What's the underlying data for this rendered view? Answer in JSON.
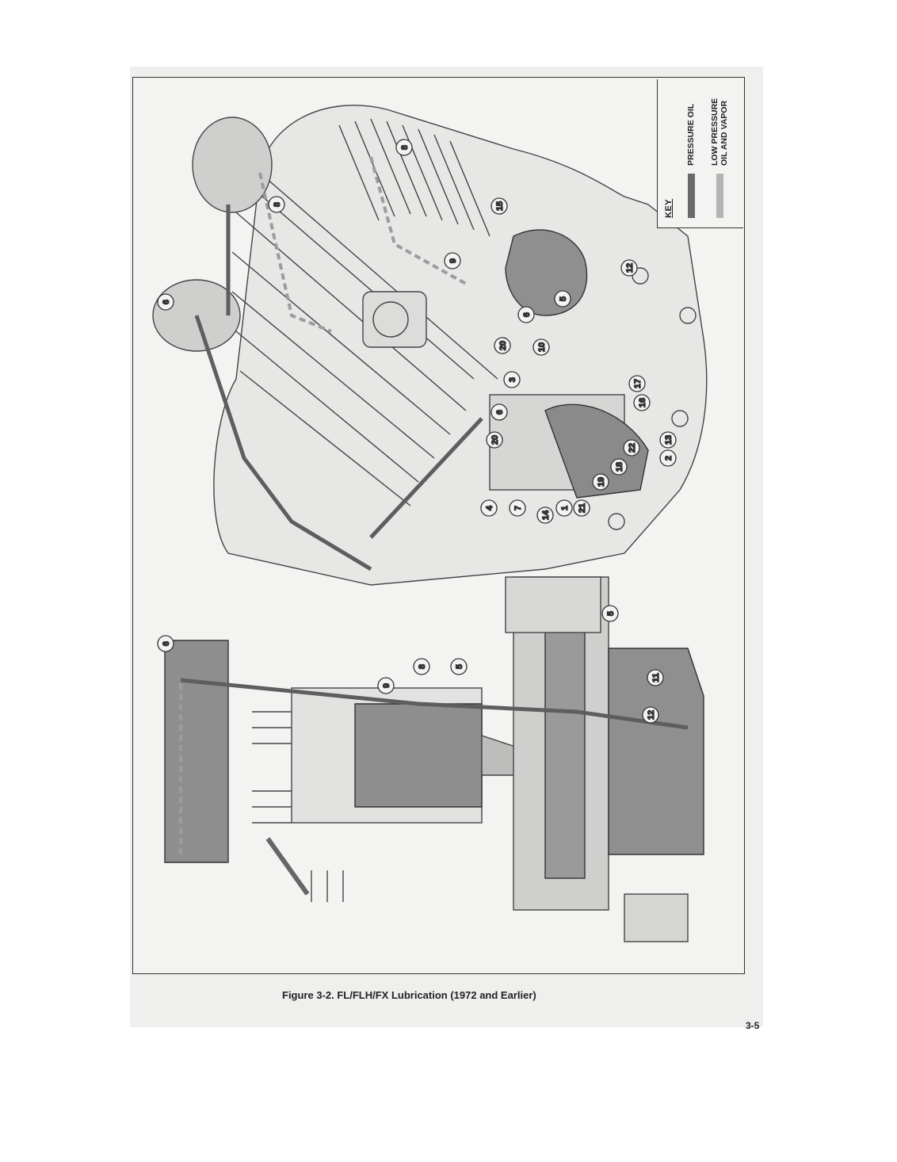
{
  "key": {
    "title": "KEY",
    "items": [
      {
        "label": "PRESSURE OIL",
        "color": "#6a6a6a"
      },
      {
        "label": "LOW PRESSURE OIL AND VAPOR",
        "color": "#b4b4b4"
      }
    ]
  },
  "callouts_top": [
    "8",
    "8",
    "6",
    "15",
    "9",
    "12",
    "5",
    "6",
    "20",
    "10",
    "3",
    "6",
    "17",
    "16",
    "13",
    "2",
    "20",
    "4",
    "7",
    "14",
    "1",
    "21",
    "19",
    "18",
    "22"
  ],
  "callouts_bottom": [
    "6",
    "9",
    "8",
    "5",
    "5",
    "11",
    "12"
  ],
  "caption": "Figure 3-2. FL/FLH/FX Lubrication (1972 and Earlier)",
  "page_number": "3-5"
}
